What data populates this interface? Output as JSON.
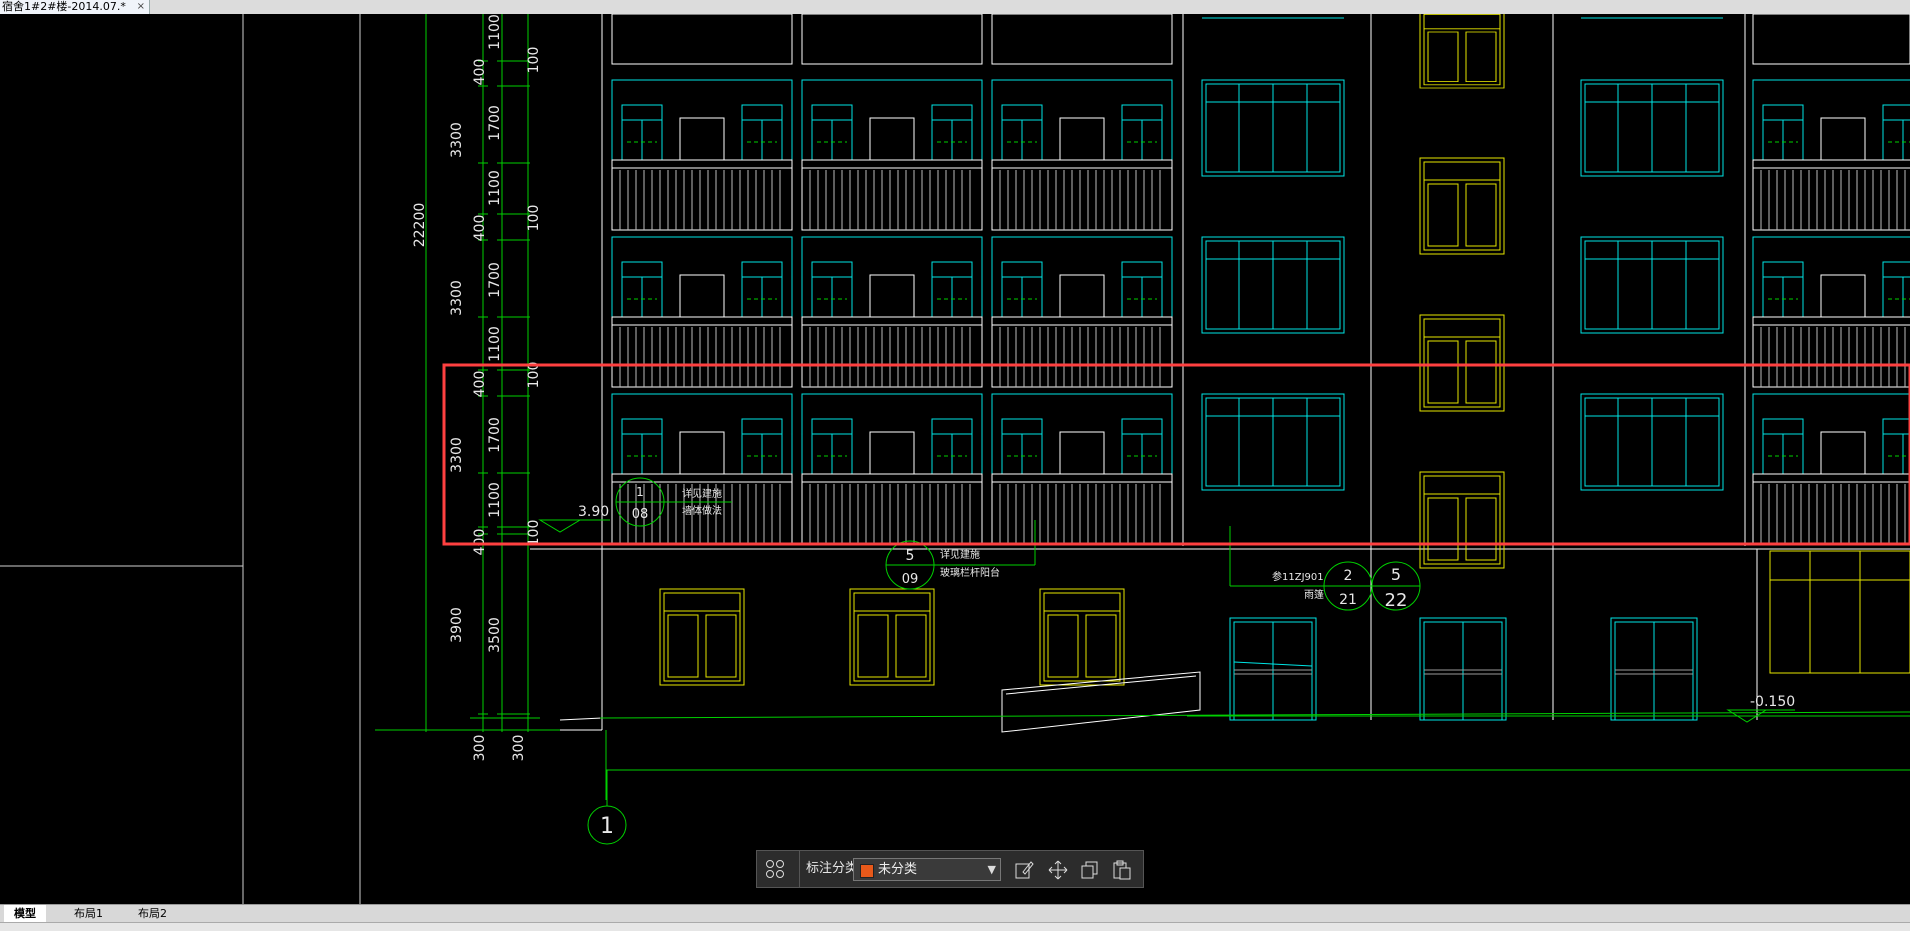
{
  "document_tab": {
    "title": "宿舍1#2#楼-2014.07.*",
    "close": "×"
  },
  "dimensions_vertical": {
    "total": "22200",
    "storey": [
      "3300",
      "3300",
      "3300",
      "3900"
    ],
    "segments_left": [
      "1100",
      "400",
      "1700",
      "1100",
      "400",
      "1700",
      "1100",
      "400",
      "1700",
      "1100",
      "400",
      "3500"
    ],
    "segments_right": [
      "100",
      "100",
      "100",
      "100"
    ],
    "base": [
      "300",
      "300"
    ]
  },
  "elevations": {
    "level_1": "3.90",
    "ground": "-0.150"
  },
  "callouts": [
    {
      "number": "1",
      "sheet": "08",
      "note_1": "详见建施",
      "note_2": "墙体做法"
    },
    {
      "number": "5",
      "sheet": "09",
      "note_1": "详见建施",
      "note_2": "玻璃栏杆阳台"
    },
    {
      "number": "2",
      "sheet": "21",
      "ref": "参11ZJ901",
      "note": "雨篷"
    },
    {
      "number": "5",
      "sheet": "22"
    }
  ],
  "grid_axis": "1",
  "annotation_toolbar": {
    "label": "标注分类",
    "selected": "未分类",
    "swatch_color": "#e8591a"
  },
  "layout_tabs": [
    "模型",
    "布局1",
    "布局2"
  ],
  "colors": {
    "background": "#000000",
    "line_white": "#ffffff",
    "line_cyan": "#00e5e5",
    "line_yellow": "#e6e600",
    "line_green": "#00d000",
    "selection_red": "#ff4040"
  }
}
